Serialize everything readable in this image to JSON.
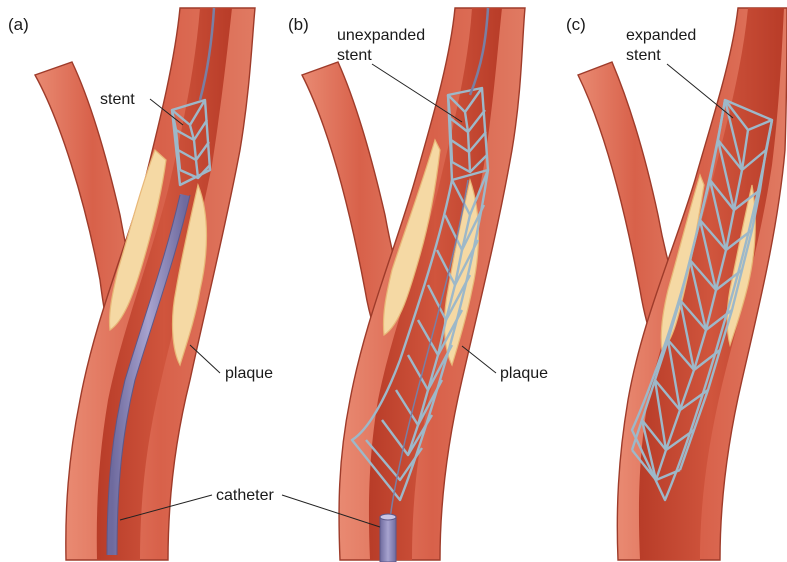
{
  "panels": [
    {
      "id": "a",
      "label": "(a)",
      "labels": [
        "stent",
        "plaque",
        "catheter"
      ]
    },
    {
      "id": "b",
      "label": "(b)",
      "labels": [
        "unexpanded",
        "stent",
        "plaque"
      ]
    },
    {
      "id": "c",
      "label": "(c)",
      "labels": [
        "expanded",
        "stent"
      ]
    }
  ],
  "colors": {
    "vessel_wall": "#d9674e",
    "vessel_lumen": "#c9472f",
    "plaque": "#f5d9a4",
    "stent_mesh": "#9db8c9",
    "catheter": "#8c88b8"
  }
}
